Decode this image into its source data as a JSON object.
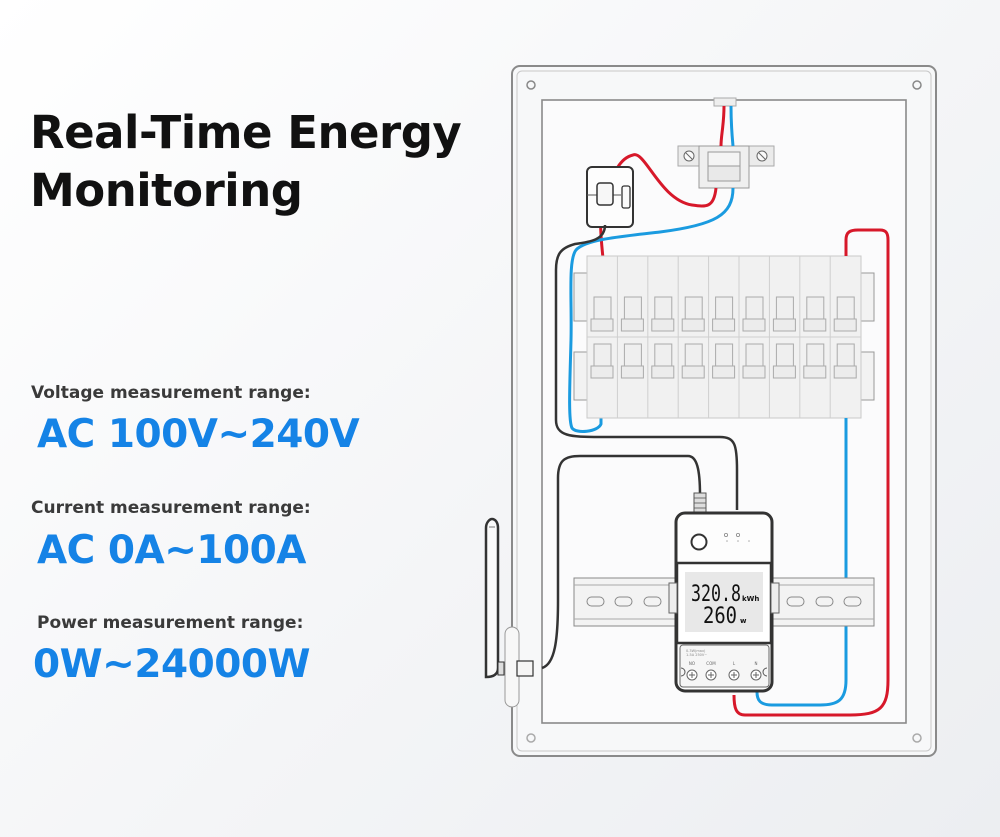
{
  "heading": {
    "line1": "Real-Time Energy",
    "line2": "Monitoring"
  },
  "specs": [
    {
      "label": "Voltage measurement range:",
      "value": "AC 100V~240V"
    },
    {
      "label": "Current measurement range:",
      "value": "AC 0A~100A"
    },
    {
      "label": "Power measurement range:",
      "value": "0W~24000W"
    }
  ],
  "meter": {
    "energy_value": "320.8",
    "energy_unit": "kWh",
    "power_value": "260",
    "power_unit": "W",
    "rating_text": "0.3W(max)\n1-5A 250V~",
    "terminals": [
      "NO",
      "COM",
      "L",
      "N"
    ]
  },
  "colors": {
    "accent": "#1583e6",
    "live_wire": "#d7182a",
    "neutral_wire": "#1a9be0",
    "signal_wire": "#333333"
  }
}
